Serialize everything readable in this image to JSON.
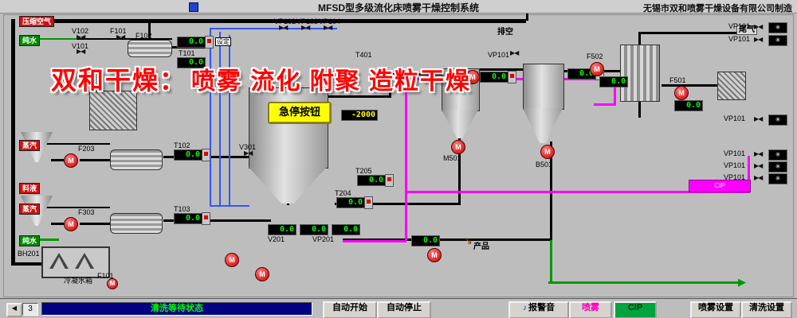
{
  "header": {
    "title": "MFSD型多级流化床喷雾干燥控制系统",
    "company": "无锡市双和喷雾干燥设备有限公司制造"
  },
  "watermark": {
    "prefix": "双和干燥：",
    "words": "喷雾 流化 附聚 造粒干燥"
  },
  "supply_tags": [
    {
      "label": "压缩空气",
      "color": "red"
    },
    {
      "label": "纯水",
      "color": "green"
    },
    {
      "label": "蒸汽",
      "color": "red"
    },
    {
      "label": "料液",
      "color": "red"
    },
    {
      "label": "蒸汽",
      "color": "red"
    },
    {
      "label": "纯水",
      "color": "green"
    }
  ],
  "equipment_labels": {
    "v102": "V102",
    "v101": "V101",
    "f101": "F101",
    "f102": "F102",
    "t101": "T101",
    "t102": "T102",
    "t103": "T103",
    "vp102": "VP102",
    "vp103": "VP103",
    "vp104": "VP104",
    "vp101": "VP101",
    "t401": "T401",
    "t204": "T204",
    "t205": "T205",
    "v201": "V201",
    "vp201": "VP201",
    "v301": "V301",
    "m501": "M501",
    "b501": "B501",
    "f203": "F203",
    "f303": "F303",
    "f501": "F501",
    "f502": "F502",
    "bh201": "BH201",
    "condensate_tank": "冷凝水箱",
    "vent": "排空",
    "tail_gas": "尾气",
    "product": "产品",
    "estop": "急停按钮",
    "setpoint": "设定",
    "cip_line": "CIP"
  },
  "values": {
    "zero": "0.0",
    "chamber_pressure": "-2000"
  },
  "motor_letter": "M",
  "icons": {
    "valve": "▶◀",
    "fan": "✳",
    "speaker": "♪",
    "page_prev": "◀",
    "product_arrow": "↘",
    "green_arrow": "▶"
  },
  "statusbar": {
    "page": "3",
    "status": "清洗等待状态"
  },
  "buttons": {
    "auto_start": "自动开始",
    "auto_stop": "自动停止",
    "alarm": "报警音",
    "spray": "喷雾",
    "cip": "CIP",
    "spray_settings": "喷雾设置",
    "clean_settings": "清洗设置"
  },
  "colors": {
    "pipe_main": "#000000",
    "pipe_cip": "#ff00ff",
    "pipe_clean_water": "#009900",
    "pipe_air": "#3355ff",
    "value_text": "#00ff00",
    "alarm_value_text": "#ffff00",
    "estop_bg": "#ffff00",
    "status_bg": "#000080",
    "status_text": "#00ff00",
    "watermark_red": "#ff0000",
    "cip_button_bg": "#00a33e",
    "spray_button_text": "#ff00bb"
  }
}
